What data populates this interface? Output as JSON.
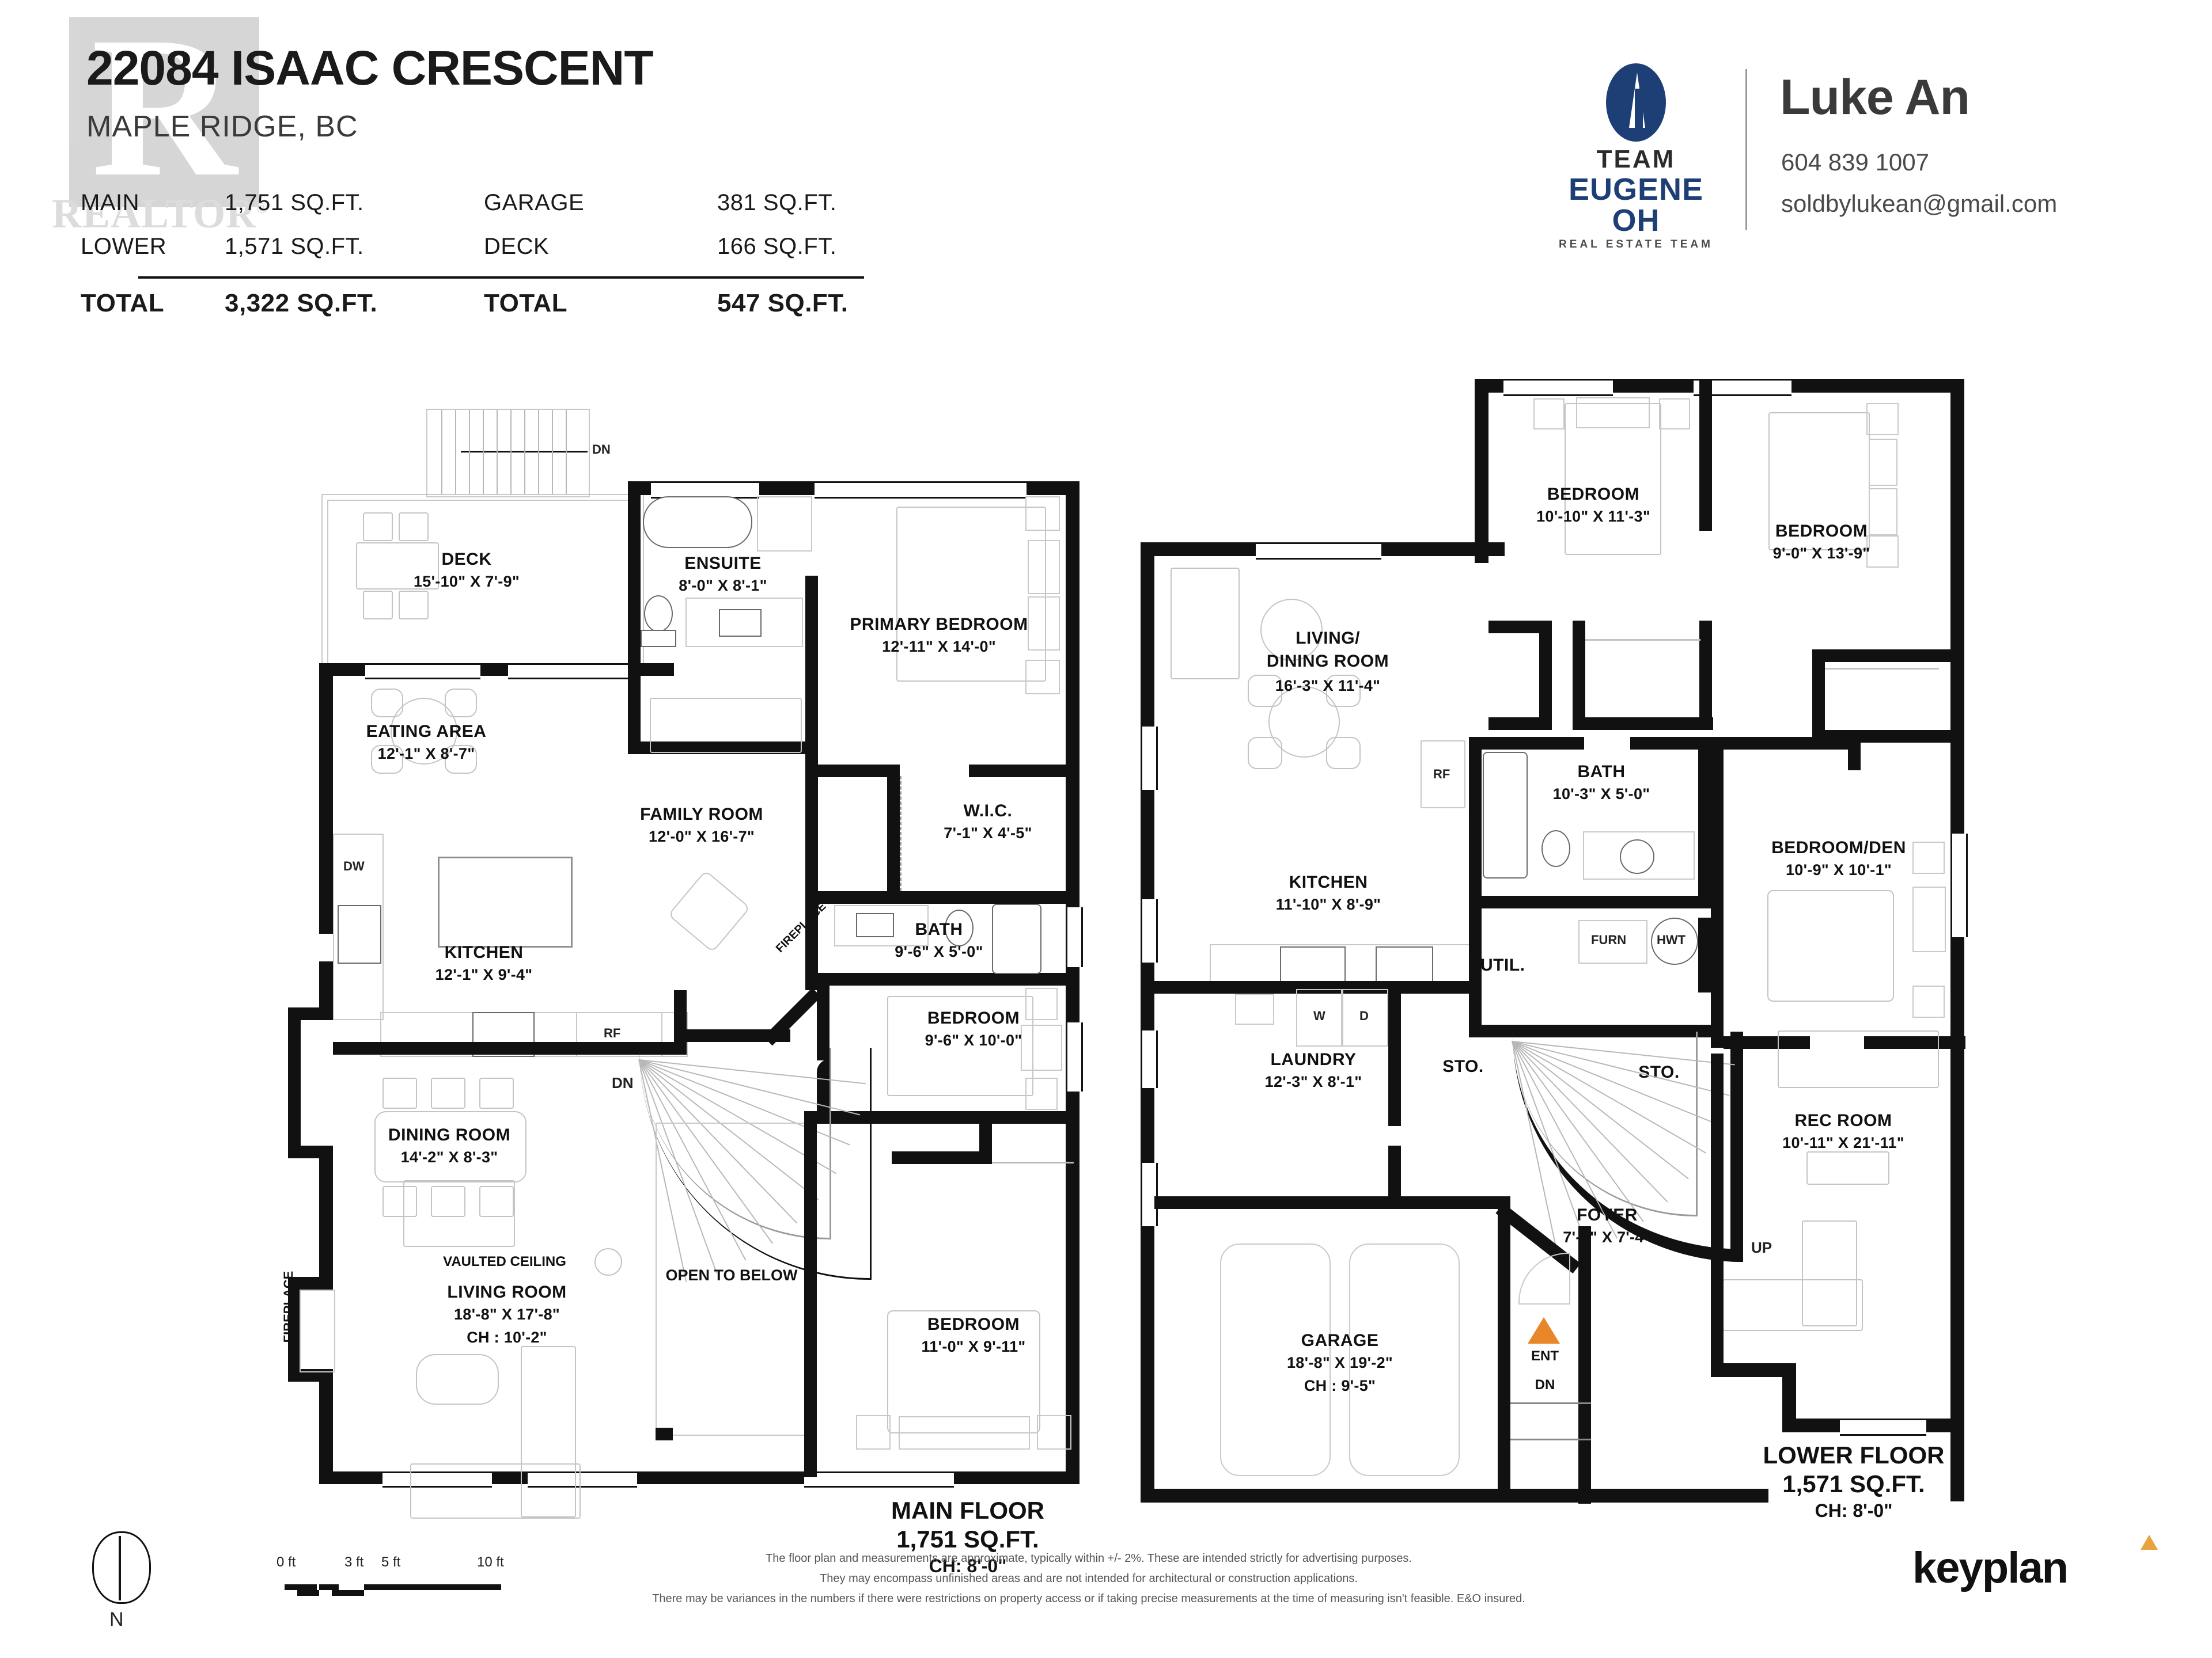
{
  "header": {
    "address": "22084 ISAAC CRESCENT",
    "city": "MAPLE RIDGE, BC",
    "watermark": "REALTOR",
    "watermark_letter": "R",
    "watermark_reg": "®",
    "summary_left": [
      {
        "label": "MAIN",
        "value": "1,751 SQ.FT."
      },
      {
        "label": "LOWER",
        "value": "1,571 SQ.FT."
      },
      {
        "label": "TOTAL",
        "value": "3,322 SQ.FT."
      }
    ],
    "summary_right": [
      {
        "label": "GARAGE",
        "value": "381 SQ.FT."
      },
      {
        "label": "DECK",
        "value": "166 SQ.FT."
      },
      {
        "label": "TOTAL",
        "value": "547 SQ.FT."
      }
    ]
  },
  "brand": {
    "team_word": "TEAM",
    "team_name": "EUGENE OH",
    "team_sub": "REAL ESTATE TEAM",
    "logo_color": "#1e3f76"
  },
  "agent": {
    "name": "Luke An",
    "phone": "604 839 1007",
    "email": "soldbylukean@gmail.com"
  },
  "main_floor": {
    "caption_title": "MAIN FLOOR",
    "caption_area": "1,751 SQ.FT.",
    "caption_ch": "CH: 8'-0\"",
    "rooms": [
      {
        "name": "DECK",
        "dim": "15'-10\"  X   7'-9\""
      },
      {
        "name": "ENSUITE",
        "dim": "8'-0\"  X   8'-1\""
      },
      {
        "name": "PRIMARY BEDROOM",
        "dim": "12'-11\"  X  14'-0\""
      },
      {
        "name": "EATING AREA",
        "dim": "12'-1\"  X   8'-7\""
      },
      {
        "name": "FAMILY ROOM",
        "dim": "12'-0\"  X  16'-7\""
      },
      {
        "name": "W.I.C.",
        "dim": "7'-1\"  X   4'-5\""
      },
      {
        "name": "KITCHEN",
        "dim": "12'-1\"  X   9'-4\""
      },
      {
        "name": "BATH",
        "dim": "9'-6\"  X   5'-0\""
      },
      {
        "name": "DINING ROOM",
        "dim": "14'-2\"  X   8'-3\""
      },
      {
        "name": "BEDROOM",
        "dim": "9'-6\"  X  10'-0\""
      },
      {
        "name": "LIVING ROOM",
        "dim": "18'-8\"  X  17'-8\"",
        "ch": "CH : 10'-2\""
      },
      {
        "name": "BEDROOM",
        "dim": "11'-0\"  X   9'-11\""
      }
    ],
    "notes": {
      "deck_dn": "DN",
      "stair_dn": "DN",
      "open_to_below": "OPEN TO BELOW",
      "vaulted_ceiling": "VAULTED CEILING",
      "fireplace": "FIREPLACE",
      "dishwasher": "DW",
      "refrigerator": "RF"
    }
  },
  "lower_floor": {
    "caption_title": "LOWER FLOOR",
    "caption_area": "1,571 SQ.FT.",
    "caption_ch": "CH: 8'-0\"",
    "rooms": [
      {
        "name": "BEDROOM",
        "dim": "10'-10\" X   11'-3\""
      },
      {
        "name": "BEDROOM",
        "dim": "9'-0\"  X  13'-9\""
      },
      {
        "name": "LIVING/",
        "dim": ""
      },
      {
        "name": "DINING ROOM",
        "dim": "16'-3\"  X   11'-4\""
      },
      {
        "name": "BATH",
        "dim": "10'-3\"  X   5'-0\""
      },
      {
        "name": "BEDROOM/DEN",
        "dim": "10'-9\"  X   10'-1\""
      },
      {
        "name": "KITCHEN",
        "dim": "11'-10\"  X   8'-9\""
      },
      {
        "name": "LAUNDRY",
        "dim": "12'-3\"  X   8'-1\""
      },
      {
        "name": "REC ROOM",
        "dim": "10'-11\"  X   21'-11\""
      },
      {
        "name": "FOYER",
        "dim": "7'-0\"  X   7'-4\""
      },
      {
        "name": "GARAGE",
        "dim": "18'-8\"  X  19'-2\"",
        "ch": "CH : 9'-5\""
      }
    ],
    "notes": {
      "util": "UTIL.",
      "furnace": "FURN",
      "hot_water": "HWT",
      "storage_1": "STO.",
      "storage_2": "STO.",
      "washer": "W",
      "dryer": "D",
      "refrigerator": "RF",
      "stair_up": "UP",
      "entry": "ENT",
      "entry_dn": "DN",
      "entry_color": "#e8862a"
    }
  },
  "footer": {
    "disclaimer_lines": [
      "The floor plan and measurements are approximate, typically within +/- 2%. These are intended strictly for advertising purposes.",
      "They may encompass unfinished areas and are not intended for architectural or construction applications.",
      "There may be variances in the numbers if there were restrictions on property access or if taking precise measurements at the time of measuring isn't feasible. E&O insured."
    ],
    "compass_label": "N",
    "scale_labels": [
      "0 ft",
      "3 ft",
      "5 ft",
      "10 ft"
    ],
    "keyplan_logo": "keyplan"
  }
}
